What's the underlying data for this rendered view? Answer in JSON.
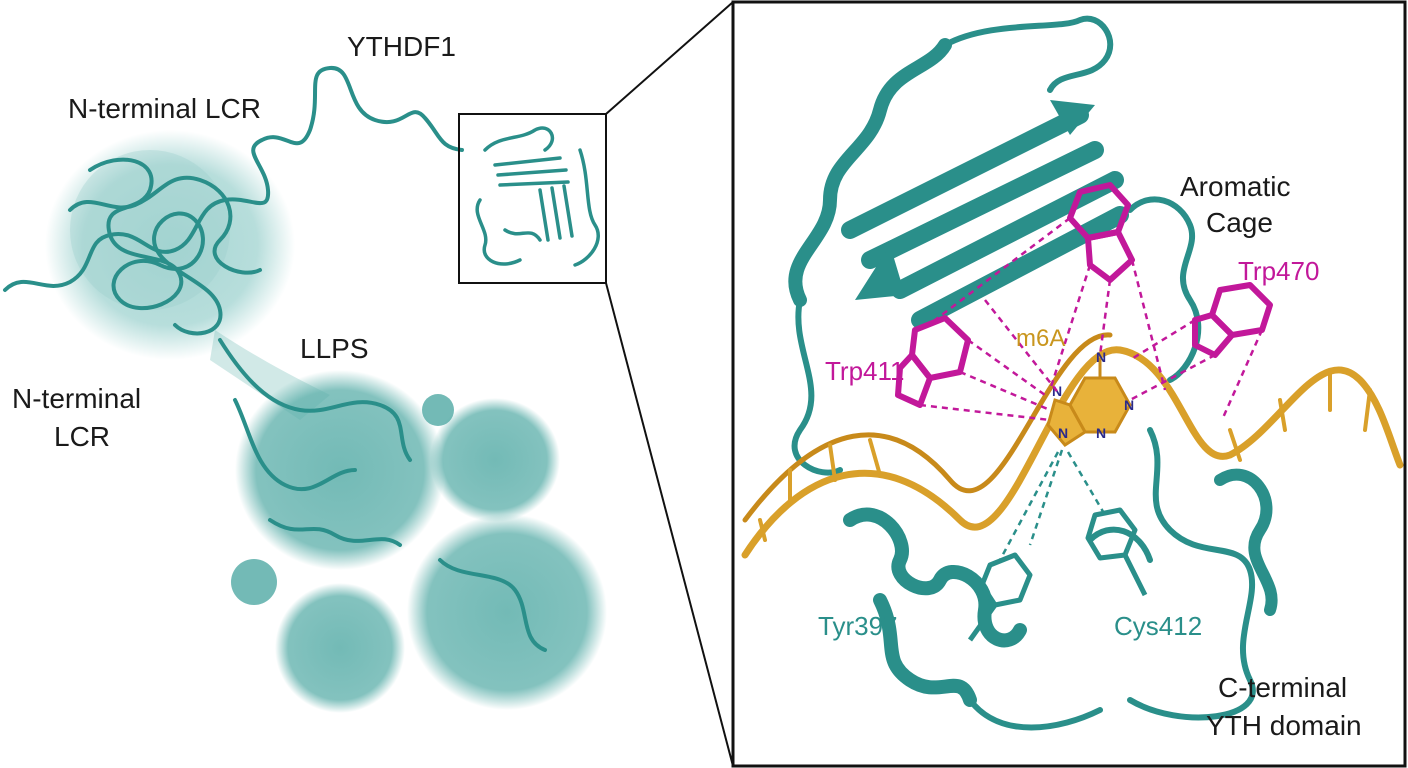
{
  "title": "YTHDF1",
  "labels": {
    "n_terminal_lcr_top": "N-terminal LCR",
    "n_terminal_lcr_left_line1": "N-terminal",
    "n_terminal_lcr_left_line2": "LCR",
    "llps": "LLPS",
    "aromatic_cage_line1": "Aromatic",
    "aromatic_cage_line2": "Cage",
    "trp470": "Trp470",
    "trp411": "Trp411",
    "m6a": "m6A",
    "tyr397": "Tyr397",
    "cys412": "Cys412",
    "c_terminal_line1": "C-terminal",
    "c_terminal_line2": "YTH domain"
  },
  "atoms": [
    "N",
    "N",
    "N",
    "N",
    "N"
  ],
  "colors": {
    "protein": "#2a8f8a",
    "condensate": "#5fb5b0",
    "tryptophan": "#c2189a",
    "rna": "#d9a02a",
    "m6a": "#e8b23a",
    "hbond": "#2a8f8a",
    "nitrogen": "#2a2a8a",
    "frame": "#000000"
  },
  "icons": [
    "protein-ribbon",
    "rna-helix",
    "tryptophan-ring",
    "condensate-droplet"
  ]
}
